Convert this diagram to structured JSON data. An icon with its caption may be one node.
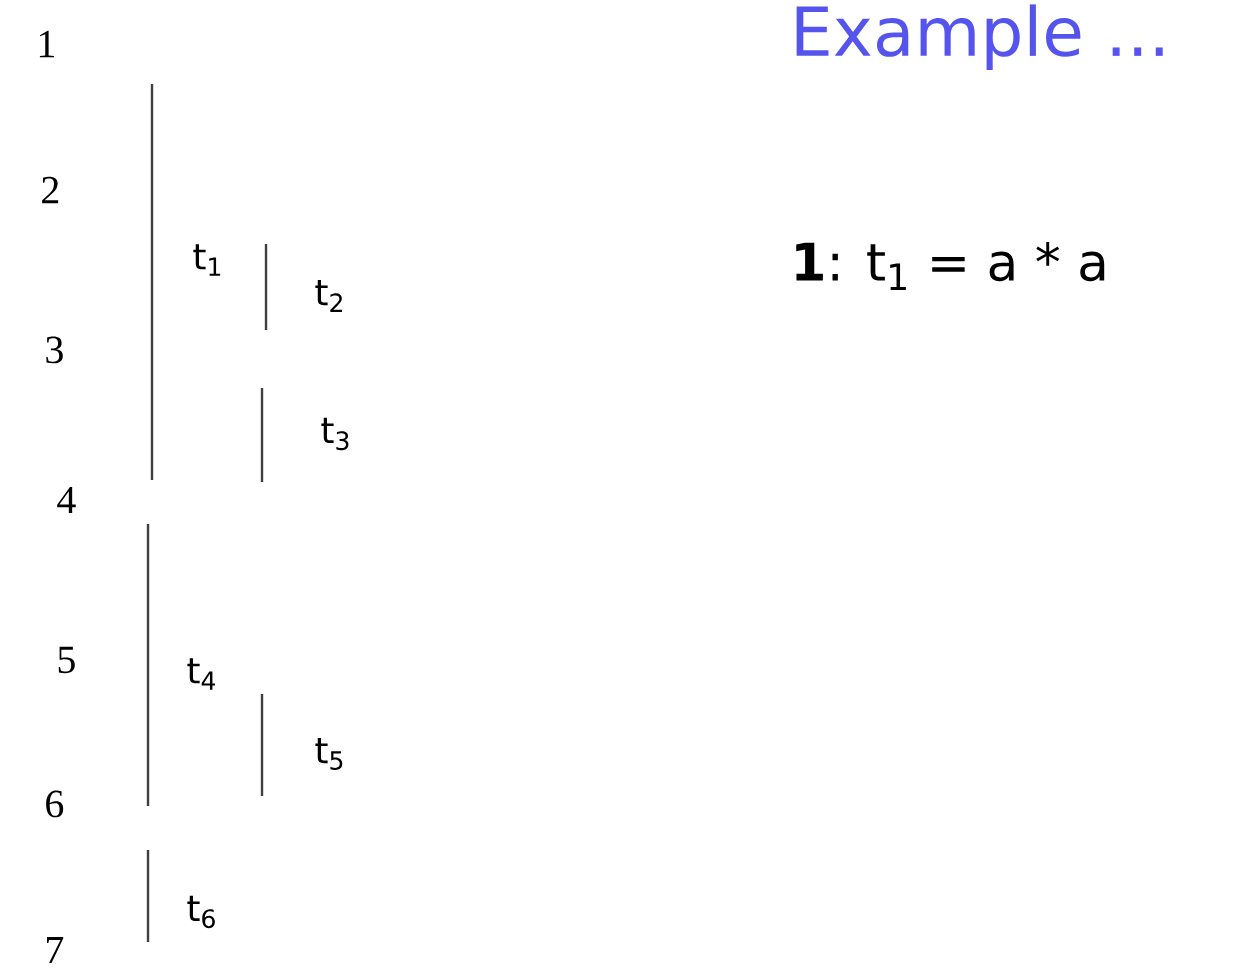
{
  "diagram": {
    "title": "Example ...",
    "labels": [
      "1",
      "2",
      "t$_{1}$",
      "**1**: t$_{1}$ = a * a",
      "t$_{2}$",
      "3",
      "t$_{3}$",
      "4",
      "5",
      "t$_{4}$",
      "t$_{5}$",
      "6",
      "t$_{6}$",
      "7"
    ]
  }
}
